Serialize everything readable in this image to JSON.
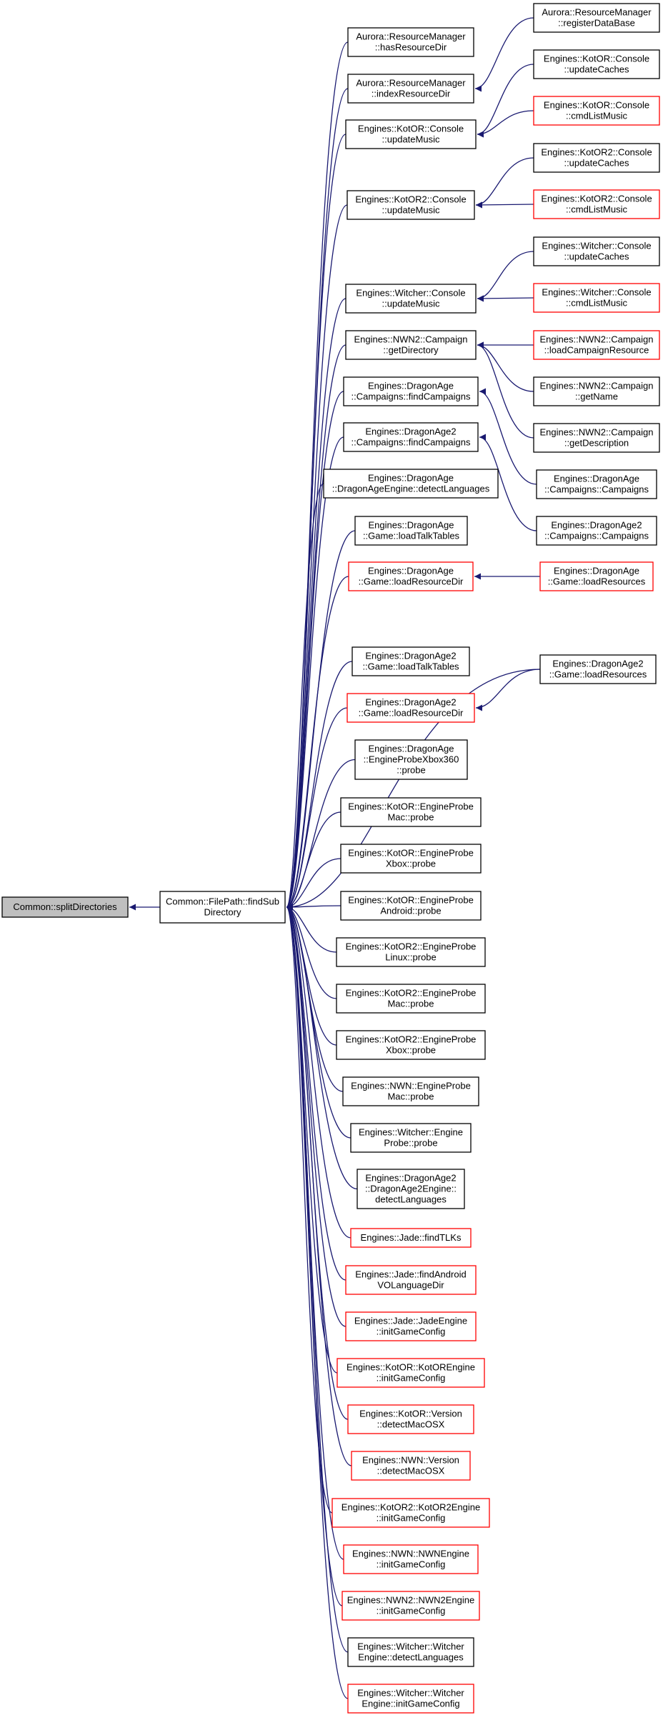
{
  "colors": {
    "edge": "#191970",
    "border_normal": "#000000",
    "border_truncated": "#ff0000",
    "root_fill": "#bfbfbf",
    "node_fill": "#ffffff"
  },
  "nodes": [
    {
      "id": "splitdirs",
      "lines": [
        "Common::splitDirectories"
      ],
      "style": "root"
    },
    {
      "id": "findsub",
      "lines": [
        "Common::FilePath::findSub",
        "Directory"
      ],
      "style": "normal"
    },
    {
      "id": "hasresdir",
      "lines": [
        "Aurora::ResourceManager",
        "::hasResourceDir"
      ],
      "style": "normal"
    },
    {
      "id": "indexresdir",
      "lines": [
        "Aurora::ResourceManager",
        "::indexResourceDir"
      ],
      "style": "normal"
    },
    {
      "id": "kotor_updmusic",
      "lines": [
        "Engines::KotOR::Console",
        "::updateMusic"
      ],
      "style": "normal"
    },
    {
      "id": "kotor2_updmusic",
      "lines": [
        "Engines::KotOR2::Console",
        "::updateMusic"
      ],
      "style": "normal"
    },
    {
      "id": "witcher_updmusic",
      "lines": [
        "Engines::Witcher::Console",
        "::updateMusic"
      ],
      "style": "normal"
    },
    {
      "id": "nwn2_getdir",
      "lines": [
        "Engines::NWN2::Campaign",
        "::getDirectory"
      ],
      "style": "normal"
    },
    {
      "id": "da_findcamp",
      "lines": [
        "Engines::DragonAge",
        "::Campaigns::findCampaigns"
      ],
      "style": "normal"
    },
    {
      "id": "da2_findcamp",
      "lines": [
        "Engines::DragonAge2",
        "::Campaigns::findCampaigns"
      ],
      "style": "normal"
    },
    {
      "id": "da_detectlang",
      "lines": [
        "Engines::DragonAge",
        "::DragonAgeEngine::detectLanguages"
      ],
      "style": "normal"
    },
    {
      "id": "da_loadtalk",
      "lines": [
        "Engines::DragonAge",
        "::Game::loadTalkTables"
      ],
      "style": "normal"
    },
    {
      "id": "da_loadresdir",
      "lines": [
        "Engines::DragonAge",
        "::Game::loadResourceDir"
      ],
      "style": "truncated"
    },
    {
      "id": "da2_loadtalk",
      "lines": [
        "Engines::DragonAge2",
        "::Game::loadTalkTables"
      ],
      "style": "normal"
    },
    {
      "id": "da2_loadresdir",
      "lines": [
        "Engines::DragonAge2",
        "::Game::loadResourceDir"
      ],
      "style": "truncated"
    },
    {
      "id": "da_xbox360",
      "lines": [
        "Engines::DragonAge",
        "::EngineProbeXbox360",
        "::probe"
      ],
      "style": "normal"
    },
    {
      "id": "kotor_mac",
      "lines": [
        "Engines::KotOR::EngineProbe",
        "Mac::probe"
      ],
      "style": "normal"
    },
    {
      "id": "kotor_xbox",
      "lines": [
        "Engines::KotOR::EngineProbe",
        "Xbox::probe"
      ],
      "style": "normal"
    },
    {
      "id": "kotor_android",
      "lines": [
        "Engines::KotOR::EngineProbe",
        "Android::probe"
      ],
      "style": "normal"
    },
    {
      "id": "kotor2_linux",
      "lines": [
        "Engines::KotOR2::EngineProbe",
        "Linux::probe"
      ],
      "style": "normal"
    },
    {
      "id": "kotor2_mac",
      "lines": [
        "Engines::KotOR2::EngineProbe",
        "Mac::probe"
      ],
      "style": "normal"
    },
    {
      "id": "kotor2_xbox",
      "lines": [
        "Engines::KotOR2::EngineProbe",
        "Xbox::probe"
      ],
      "style": "normal"
    },
    {
      "id": "nwn_mac",
      "lines": [
        "Engines::NWN::EngineProbe",
        "Mac::probe"
      ],
      "style": "normal"
    },
    {
      "id": "witcher_probe",
      "lines": [
        "Engines::Witcher::Engine",
        "Probe::probe"
      ],
      "style": "normal"
    },
    {
      "id": "da2_detectlang",
      "lines": [
        "Engines::DragonAge2",
        "::DragonAge2Engine::",
        "detectLanguages"
      ],
      "style": "normal"
    },
    {
      "id": "jade_findtlks",
      "lines": [
        "Engines::Jade::findTLKs"
      ],
      "style": "truncated"
    },
    {
      "id": "jade_findandroid",
      "lines": [
        "Engines::Jade::findAndroid",
        "VOLanguageDir"
      ],
      "style": "truncated"
    },
    {
      "id": "jade_initgame",
      "lines": [
        "Engines::Jade::JadeEngine",
        "::initGameConfig"
      ],
      "style": "truncated"
    },
    {
      "id": "kotor_initgame",
      "lines": [
        "Engines::KotOR::KotOREngine",
        "::initGameConfig"
      ],
      "style": "truncated"
    },
    {
      "id": "kotor_detectmac",
      "lines": [
        "Engines::KotOR::Version",
        "::detectMacOSX"
      ],
      "style": "truncated"
    },
    {
      "id": "nwn_detectmac",
      "lines": [
        "Engines::NWN::Version",
        "::detectMacOSX"
      ],
      "style": "truncated"
    },
    {
      "id": "kotor2_initgame",
      "lines": [
        "Engines::KotOR2::KotOR2Engine",
        "::initGameConfig"
      ],
      "style": "truncated"
    },
    {
      "id": "nwn_initgame",
      "lines": [
        "Engines::NWN::NWNEngine",
        "::initGameConfig"
      ],
      "style": "truncated"
    },
    {
      "id": "nwn2_initgame",
      "lines": [
        "Engines::NWN2::NWN2Engine",
        "::initGameConfig"
      ],
      "style": "truncated"
    },
    {
      "id": "witcher_detectlang",
      "lines": [
        "Engines::Witcher::Witcher",
        "Engine::detectLanguages"
      ],
      "style": "normal"
    },
    {
      "id": "witcher_initgame",
      "lines": [
        "Engines::Witcher::Witcher",
        "Engine::initGameConfig"
      ],
      "style": "truncated"
    },
    {
      "id": "registerdb",
      "lines": [
        "Aurora::ResourceManager",
        "::registerDataBase"
      ],
      "style": "normal"
    },
    {
      "id": "kotor_updcaches",
      "lines": [
        "Engines::KotOR::Console",
        "::updateCaches"
      ],
      "style": "normal"
    },
    {
      "id": "kotor_cmdlist",
      "lines": [
        "Engines::KotOR::Console",
        "::cmdListMusic"
      ],
      "style": "truncated"
    },
    {
      "id": "kotor2_updcaches",
      "lines": [
        "Engines::KotOR2::Console",
        "::updateCaches"
      ],
      "style": "normal"
    },
    {
      "id": "kotor2_cmdlist",
      "lines": [
        "Engines::KotOR2::Console",
        "::cmdListMusic"
      ],
      "style": "truncated"
    },
    {
      "id": "witcher_updcaches",
      "lines": [
        "Engines::Witcher::Console",
        "::updateCaches"
      ],
      "style": "normal"
    },
    {
      "id": "witcher_cmdlist",
      "lines": [
        "Engines::Witcher::Console",
        "::cmdListMusic"
      ],
      "style": "truncated"
    },
    {
      "id": "nwn2_loadcampres",
      "lines": [
        "Engines::NWN2::Campaign",
        "::loadCampaignResource"
      ],
      "style": "truncated"
    },
    {
      "id": "nwn2_getname",
      "lines": [
        "Engines::NWN2::Campaign",
        "::getName"
      ],
      "style": "normal"
    },
    {
      "id": "nwn2_getdesc",
      "lines": [
        "Engines::NWN2::Campaign",
        "::getDescription"
      ],
      "style": "normal"
    },
    {
      "id": "da_campaigns",
      "lines": [
        "Engines::DragonAge",
        "::Campaigns::Campaigns"
      ],
      "style": "normal"
    },
    {
      "id": "da2_campaigns",
      "lines": [
        "Engines::DragonAge2",
        "::Campaigns::Campaigns"
      ],
      "style": "normal"
    },
    {
      "id": "da_loadres",
      "lines": [
        "Engines::DragonAge",
        "::Game::loadResources"
      ],
      "style": "truncated"
    },
    {
      "id": "da2_loadres",
      "lines": [
        "Engines::DragonAge2",
        "::Game::loadResources"
      ],
      "style": "normal"
    }
  ],
  "edges": [
    [
      "findsub",
      "splitdirs"
    ],
    [
      "hasresdir",
      "findsub"
    ],
    [
      "indexresdir",
      "findsub"
    ],
    [
      "kotor_updmusic",
      "findsub"
    ],
    [
      "kotor2_updmusic",
      "findsub"
    ],
    [
      "witcher_updmusic",
      "findsub"
    ],
    [
      "nwn2_getdir",
      "findsub"
    ],
    [
      "da_findcamp",
      "findsub"
    ],
    [
      "da2_findcamp",
      "findsub"
    ],
    [
      "da_detectlang",
      "findsub"
    ],
    [
      "da_loadtalk",
      "findsub"
    ],
    [
      "da_loadresdir",
      "findsub"
    ],
    [
      "da2_loadres",
      "findsub"
    ],
    [
      "da2_loadtalk",
      "findsub"
    ],
    [
      "da2_loadresdir",
      "findsub"
    ],
    [
      "da_xbox360",
      "findsub"
    ],
    [
      "kotor_mac",
      "findsub"
    ],
    [
      "kotor_xbox",
      "findsub"
    ],
    [
      "kotor_android",
      "findsub"
    ],
    [
      "kotor2_linux",
      "findsub"
    ],
    [
      "kotor2_mac",
      "findsub"
    ],
    [
      "kotor2_xbox",
      "findsub"
    ],
    [
      "nwn_mac",
      "findsub"
    ],
    [
      "witcher_probe",
      "findsub"
    ],
    [
      "da2_detectlang",
      "findsub"
    ],
    [
      "jade_findtlks",
      "findsub"
    ],
    [
      "jade_findandroid",
      "findsub"
    ],
    [
      "jade_initgame",
      "findsub"
    ],
    [
      "kotor_initgame",
      "findsub"
    ],
    [
      "kotor_detectmac",
      "findsub"
    ],
    [
      "nwn_detectmac",
      "findsub"
    ],
    [
      "kotor2_initgame",
      "findsub"
    ],
    [
      "nwn_initgame",
      "findsub"
    ],
    [
      "nwn2_initgame",
      "findsub"
    ],
    [
      "witcher_detectlang",
      "findsub"
    ],
    [
      "witcher_initgame",
      "findsub"
    ],
    [
      "registerdb",
      "indexresdir"
    ],
    [
      "kotor_updcaches",
      "kotor_updmusic"
    ],
    [
      "kotor_cmdlist",
      "kotor_updmusic"
    ],
    [
      "kotor2_updcaches",
      "kotor2_updmusic"
    ],
    [
      "kotor2_cmdlist",
      "kotor2_updmusic"
    ],
    [
      "witcher_updcaches",
      "witcher_updmusic"
    ],
    [
      "witcher_cmdlist",
      "witcher_updmusic"
    ],
    [
      "nwn2_loadcampres",
      "nwn2_getdir"
    ],
    [
      "nwn2_getname",
      "nwn2_getdir"
    ],
    [
      "nwn2_getdesc",
      "nwn2_getdir"
    ],
    [
      "da_campaigns",
      "da_findcamp"
    ],
    [
      "da2_campaigns",
      "da2_findcamp"
    ],
    [
      "da_loadres",
      "da_loadresdir"
    ],
    [
      "da2_loadres",
      "da2_loadresdir"
    ]
  ]
}
